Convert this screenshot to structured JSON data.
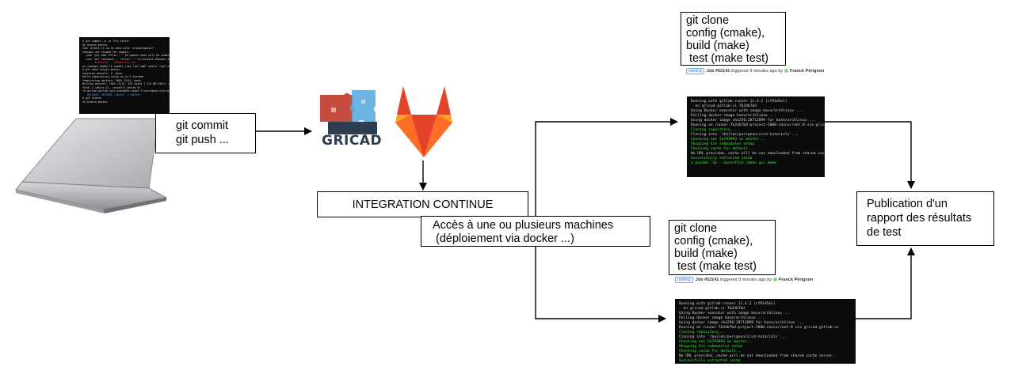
{
  "nodes": {
    "commit_box": {
      "lines": [
        "git commit",
        "git push ..."
      ]
    },
    "ci_box": {
      "label": "INTEGRATION CONTINUE"
    },
    "access_box": {
      "lines": [
        "Accès à une ou plusieurs machines",
        " (déploiement via docker ...)"
      ]
    },
    "top_steps_box": {
      "lines": [
        "git clone",
        "config (cmake),",
        "build (make)",
        " test (make test)"
      ]
    },
    "bottom_steps_box": {
      "lines": [
        "git clone",
        "config (cmake),",
        "build (make)",
        " test (make test)"
      ]
    },
    "report_box": {
      "lines": [
        "Publication d'un",
        "rapport des résultats",
        "de test"
      ]
    }
  },
  "logos": {
    "gricad": {
      "text": "GRICAD",
      "colors": [
        "#c0392b",
        "#5dade2",
        "#2c3e50"
      ]
    },
    "gitlab": {
      "colors": [
        "#e24329",
        "#fc6d26",
        "#fca326"
      ]
    }
  },
  "job_panels": {
    "header": {
      "badge": "running",
      "job": "Job #52141",
      "meta": "triggered 9 minutes ago by",
      "user": "Franck Pérignon"
    },
    "log_lines": [
      {
        "text": "Running with gitlab-runner 11.4.2 (cf91d5e1)",
        "green": false
      },
      {
        "text": "  on gricad-gitlab-ci 7b2db7bd",
        "green": false
      },
      {
        "text": "Using Docker executor with image base/archlinux ...",
        "green": false
      },
      {
        "text": "Pulling docker image base/archlinux ...",
        "green": false
      },
      {
        "text": "Using docker image sha256:28712899 for base/archlinux ...",
        "green": false
      },
      {
        "text": "Running on runner-7b2db7bd-project-2000-concurrent-0 via gricad-gitlab-ci",
        "green": false
      },
      {
        "text": "Cloning repository...",
        "green": true
      },
      {
        "text": "Cloning into '/builds/perignon/cicd-tutorials'...",
        "green": false
      },
      {
        "text": "Checking out 5a793993 as master...",
        "green": true
      },
      {
        "text": "Skipping Git submodules setup",
        "green": true
      },
      {
        "text": "Checking cache for default...",
        "green": true
      },
      {
        "text": "No URL provided, cache will be not downloaded from shared cache server.",
        "green": false
      },
      {
        "text": "Successfully extracted cache",
        "green": true
      },
      {
        "text": "$ pacman -Sy --noconfirm cmake gcc make",
        "green": true
      }
    ]
  },
  "laptop_terminal": {
    "lines": [
      "$ git commit -a -m \"fix tests\"",
      "On branch master",
      "Your branch is up to date with 'origin/master'.",
      "",
      "Changes not staged for commit:",
      "  (use \"git add <file>...\" to update what will be committed)",
      "  (use \"git checkout -- <file>...\" to discard changes in working directory)",
      "",
      "        modified:   CMakeLists.txt",
      "",
      "no changes added to commit (use \"git add\" and/or \"git commit -a\")",
      "$ git push origin master",
      "Counting objects: 5, done.",
      "Delta compression using up to 4 threads.",
      "Compressing objects: 100% (3/3), done.",
      "Writing objects: 100% (3/3), 312 bytes | 312.00 KiB/s, done.",
      "Total 3 (delta 2), reused 0 (delta 0)",
      "To gricad-gitlab.univ-grenoble-alpes.fr:perignon/cicd.git",
      "   8e12a34..5a79399  master -> master",
      "$ git status",
      "On branch master"
    ]
  }
}
